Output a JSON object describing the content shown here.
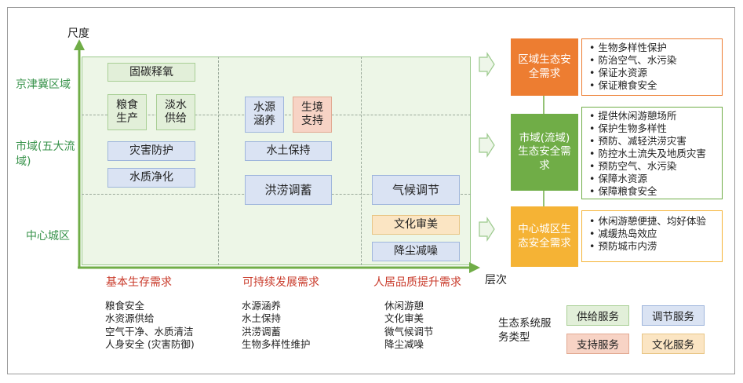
{
  "axes": {
    "y_title": "尺度",
    "x_title": "层次",
    "scales": [
      "京津冀区域",
      "市域(五大流域)",
      "中心城区"
    ],
    "levels": [
      "基本生存需求",
      "可持续发展需求",
      "人居品质提升需求"
    ]
  },
  "services": {
    "gutan": "固碳释氧",
    "liangshi": "粮食生产",
    "danshui": "淡水供给",
    "zaihai": "灾害防护",
    "shuizhi": "水质净化",
    "shuiyuan": "水源涵养",
    "shengjing": "生境支持",
    "shuitu": "水土保持",
    "honglao": "洪涝调蓄",
    "qihou": "气候调节",
    "wenhua": "文化审美",
    "jiangchen": "降尘减噪"
  },
  "level_details": [
    [
      "粮食安全",
      "水资源供给",
      "空气干净、水质清洁",
      "人身安全 (灾害防御)"
    ],
    [
      "水源涵养",
      "水土保持",
      "洪涝调蓄",
      "生物多样性维护"
    ],
    [
      "休闲游憩",
      "文化审美",
      "微气候调节",
      "降尘减噪"
    ]
  ],
  "needs": [
    {
      "title": "区域生态安全需求",
      "items": [
        "生物多样性保护",
        "防治空气、水污染",
        "保证水资源",
        "保证粮食安全"
      ]
    },
    {
      "title": "市域(流域)生态安全需求",
      "items": [
        "提供休闲游憩场所",
        "保护生物多样性",
        "预防、减轻洪涝灾害",
        "防控水土流失及地质灾害",
        "预防空气、水污染",
        "保障水资源",
        "保障粮食安全"
      ]
    },
    {
      "title": "中心城区生态安全需求",
      "items": [
        "休闲游憩便捷、均好体验",
        "减缓热岛效应",
        "预防城市内涝"
      ]
    }
  ],
  "legend": {
    "title": "生态系统服务类型",
    "items": [
      "供给服务",
      "调节服务",
      "支持服务",
      "文化服务"
    ]
  },
  "colors": {
    "axis_green": "#70ad47",
    "level_red": "#c93a2a",
    "scale_green": "#38934b",
    "region_orange": "#ed7d31",
    "city_green": "#70ad47",
    "center_yellow": "#f5b335",
    "supply_green": "#e2efd9",
    "regulate_blue": "#dae3f3",
    "support_pink": "#f7d3c5",
    "culture_yellow": "#fbe5c3"
  }
}
